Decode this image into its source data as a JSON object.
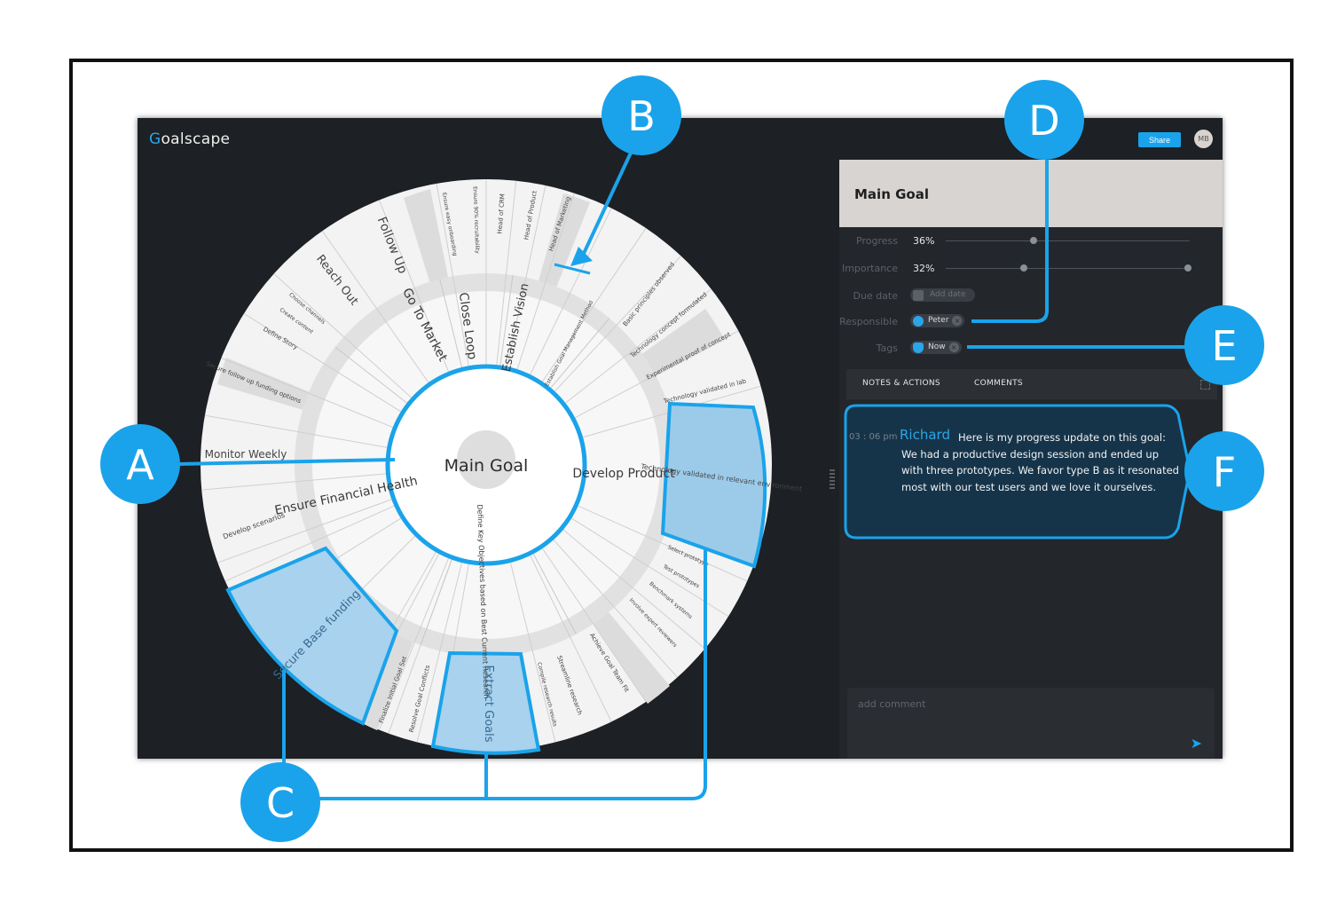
{
  "app": {
    "logo_text": "oalscape",
    "logo_letter": "G"
  },
  "header": {
    "share_label": "Share",
    "avatar_initials": "MB"
  },
  "wheel": {
    "center_label": "Main Goal",
    "inner_ring": [
      "Develop Product",
      "Define Key Objectives based on Best Current Research",
      "Ensure Financial Health",
      "Go To Market",
      "Close Loop",
      "Establish Vision"
    ],
    "outer_ring": [
      "Technology validated in relevant environment",
      "Technology validated in lab",
      "Experimental proof of concept",
      "Technology concept formulated",
      "Basic principles observed",
      "Head of Marketing",
      "Head of Product",
      "Head of CRM",
      "Ensure 90% recruitability",
      "Ensure easy onboarding",
      "Follow Up",
      "Reach Out",
      "Choose channels",
      "Create content",
      "Define Story",
      "Secure follow up funding options",
      "Monitor Weekly",
      "Develop scenarios",
      "Secure Base funding",
      "Finalize Initial Goal Set",
      "Resolve Goal Conflicts",
      "Extract Goals",
      "Compile research results",
      "Streamline research",
      "Achieve Goal Team Fit",
      "Involve expert reviewers",
      "Benchmark systems",
      "Test prototypes",
      "Select prototype",
      "Establish Goal Management Method"
    ]
  },
  "panel": {
    "title": "Main Goal",
    "progress": {
      "label": "Progress",
      "value": "36%",
      "fraction": 0.36
    },
    "importance": {
      "label": "Importance",
      "value": "32%",
      "fraction": 0.32
    },
    "due_date": {
      "label": "Due date",
      "placeholder": "Add date"
    },
    "responsible": {
      "label": "Responsible",
      "value": "Peter"
    },
    "tags": {
      "label": "Tags",
      "value": "Now"
    },
    "tabs": [
      "NOTES & ACTIONS",
      "COMMENTS"
    ],
    "comment": {
      "time": "03 : 06 pm",
      "author": "Richard",
      "text": "Here is my progress update on this goal: We had a productive design session and ended up with three prototypes. We favor type B as it resonated most with our test users and we love it ourselves."
    },
    "comment_input_placeholder": "add comment"
  },
  "callouts": [
    "A",
    "B",
    "C",
    "D",
    "E",
    "F"
  ],
  "colors": {
    "accent": "#1aa3ea",
    "background": "#1d2024",
    "wheel_light": "#f3f3f3",
    "wheel_mid": "#e0dfe0",
    "highlight": "#9ccbea"
  }
}
